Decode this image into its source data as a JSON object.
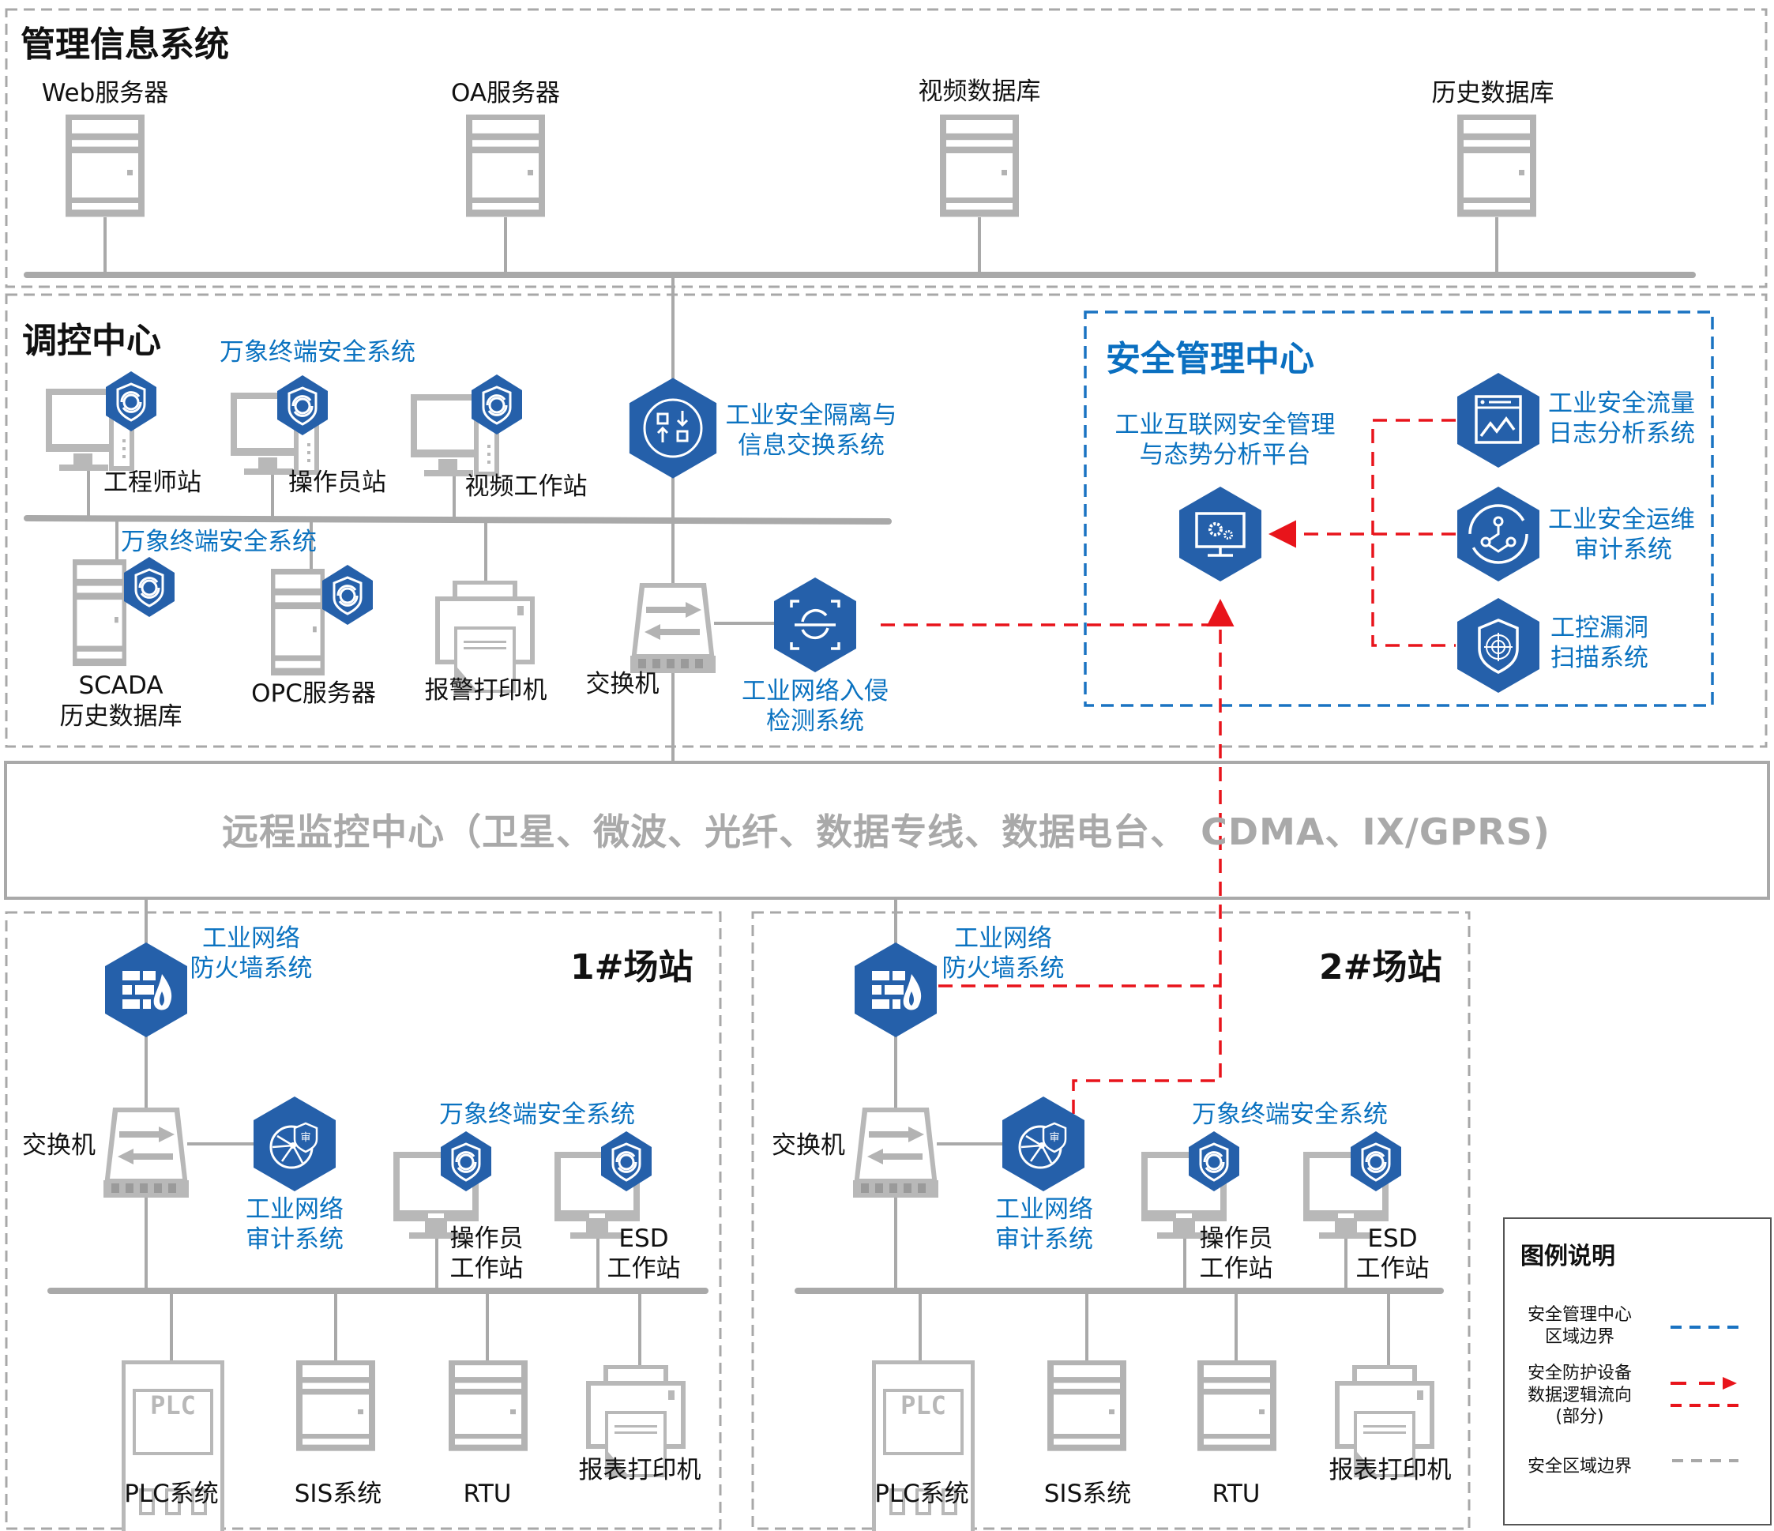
{
  "zones": {
    "management": {
      "title": "管理信息系统",
      "servers": [
        {
          "label": "Web服务器"
        },
        {
          "label": "OA服务器"
        },
        {
          "label": "视频数据库"
        },
        {
          "label": "历史数据库"
        }
      ]
    },
    "control_center": {
      "title": "调控中心",
      "terminal_security_label_top": "万象终端安全系统",
      "terminal_security_label_bottom": "万象终端安全系统",
      "workstations": [
        {
          "label": "工程师站"
        },
        {
          "label": "操作员站"
        },
        {
          "label": "视频工作站"
        }
      ],
      "servers": [
        {
          "label_line1": "SCADA",
          "label_line2": "历史数据库"
        },
        {
          "label_line1": "OPC服务器",
          "label_line2": ""
        }
      ],
      "printer": {
        "label": "报警打印机"
      },
      "switch": {
        "label": "交换机"
      },
      "isolation": {
        "line1": "工业安全隔离与",
        "line2": "信息交换系统"
      },
      "ids": {
        "line1": "工业网络入侵",
        "line2": "检测系统"
      }
    },
    "security_center": {
      "title": "安全管理中心",
      "platform": {
        "line1": "工业互联网安全管理",
        "line2": "与态势分析平台"
      },
      "systems": [
        {
          "line1": "工业安全流量",
          "line2": "日志分析系统",
          "icon": "log-analysis-icon"
        },
        {
          "line1": "工业安全运维",
          "line2": "审计系统",
          "icon": "ops-audit-icon"
        },
        {
          "line1": "工控漏洞",
          "line2": "扫描系统",
          "icon": "vuln-scan-icon"
        }
      ]
    },
    "remote": {
      "label": "远程监控中心（卫星、微波、光纤、数据专线、数据电台、  CDMA、IX/GPRS)"
    },
    "sites": [
      {
        "title": "1#场站",
        "firewall": {
          "line1": "工业网络",
          "line2": "防火墙系统"
        },
        "switch": {
          "label": "交换机"
        },
        "audit": {
          "line1": "工业网络",
          "line2": "审计系统"
        },
        "terminal_security_label": "万象终端安全系统",
        "workstations": [
          {
            "line1": "操作员",
            "line2": "工作站"
          },
          {
            "line1": "ESD",
            "line2": "工作站"
          }
        ],
        "devices": [
          {
            "label": "PLC系统",
            "plc_text": "PLC"
          },
          {
            "label": "SIS系统"
          },
          {
            "label": "RTU"
          },
          {
            "label": "报表打印机"
          }
        ]
      },
      {
        "title": "2#场站",
        "firewall": {
          "line1": "工业网络",
          "line2": "防火墙系统"
        },
        "switch": {
          "label": "交换机"
        },
        "audit": {
          "line1": "工业网络",
          "line2": "审计系统"
        },
        "terminal_security_label": "万象终端安全系统",
        "workstations": [
          {
            "line1": "操作员",
            "line2": "工作站"
          },
          {
            "line1": "ESD",
            "line2": "工作站"
          }
        ],
        "devices": [
          {
            "label": "PLC系统",
            "plc_text": "PLC"
          },
          {
            "label": "SIS系统"
          },
          {
            "label": "RTU"
          },
          {
            "label": "报表打印机"
          }
        ]
      }
    ]
  },
  "legend": {
    "title": "图例说明",
    "items": [
      {
        "text": "安全管理中心区域边界",
        "line1": "安全管理中心",
        "line2": "区域边界",
        "style": "blue-dashed"
      },
      {
        "text": "安全防护设备数据逻辑流向(部分)",
        "line1": "安全防护设备",
        "line2": "数据逻辑流向",
        "line3": "(部分)",
        "style": "red-dashed-arrow"
      },
      {
        "text": "安全区域边界",
        "line1": "安全区域边界",
        "style": "gray-dashed"
      }
    ]
  },
  "colors": {
    "security_blue": "#2560aa",
    "label_blue": "#0a72c0",
    "boundary_blue": "#1a73c2",
    "flow_red": "#e8141b",
    "device_gray": "#b3b3b3",
    "boundary_gray": "#a8a8a8"
  }
}
